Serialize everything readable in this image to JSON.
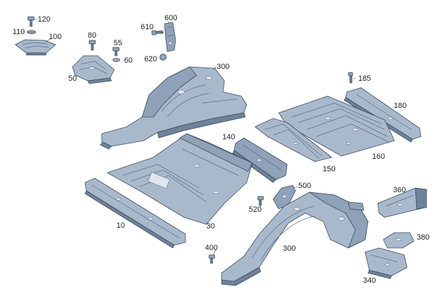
{
  "colors": {
    "background": "#ffffff",
    "part_light": "#a9b9cc",
    "part_mid": "#8fa2b9",
    "part_dark": "#6f8299",
    "outline": "#3a4a5e",
    "label": "#222222"
  },
  "callouts": {
    "c120": "120",
    "c110": "110",
    "c100": "100",
    "c80": "80",
    "c55": "55",
    "c60": "60",
    "c50": "50",
    "c610": "610",
    "c600": "600",
    "c620": "620",
    "c300_upper": "300",
    "c185": "185",
    "c180": "180",
    "c140": "140",
    "c150": "150",
    "c160": "160",
    "c500": "500",
    "c520": "520",
    "c360": "360",
    "c10": "10",
    "c30": "30",
    "c380": "380",
    "c400": "400",
    "c300_lower": "300",
    "c340": "340"
  }
}
